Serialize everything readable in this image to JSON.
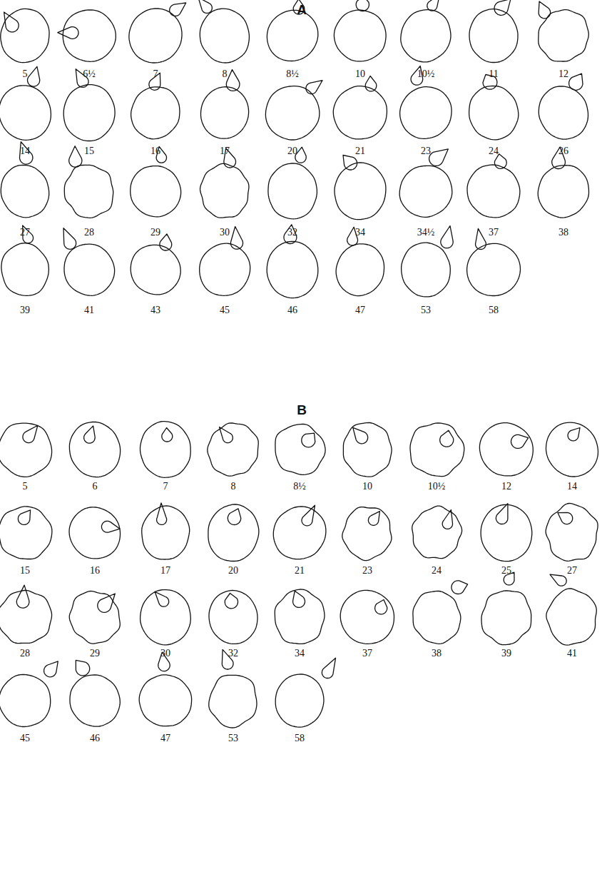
{
  "diagram": {
    "labels": [
      "A",
      "5",
      "6½",
      "7",
      "8",
      "8½",
      "10",
      "10½",
      "11",
      "12",
      "14",
      "15",
      "16",
      "17",
      "20",
      "21",
      "23",
      "24",
      "26",
      "27",
      "28",
      "29",
      "30",
      "32",
      "34",
      "34½",
      "37",
      "38",
      "39",
      "41",
      "43",
      "45",
      "46",
      "47",
      "53",
      "58",
      "B",
      "5",
      "6",
      "7",
      "8",
      "8½",
      "10",
      "10½",
      "12",
      "14",
      "15",
      "16",
      "17",
      "20",
      "21",
      "23",
      "24",
      "25",
      "27",
      "28",
      "29",
      "30",
      "32",
      "34",
      "37",
      "38",
      "39",
      "41",
      "45",
      "46",
      "47",
      "53",
      "58"
    ]
  }
}
